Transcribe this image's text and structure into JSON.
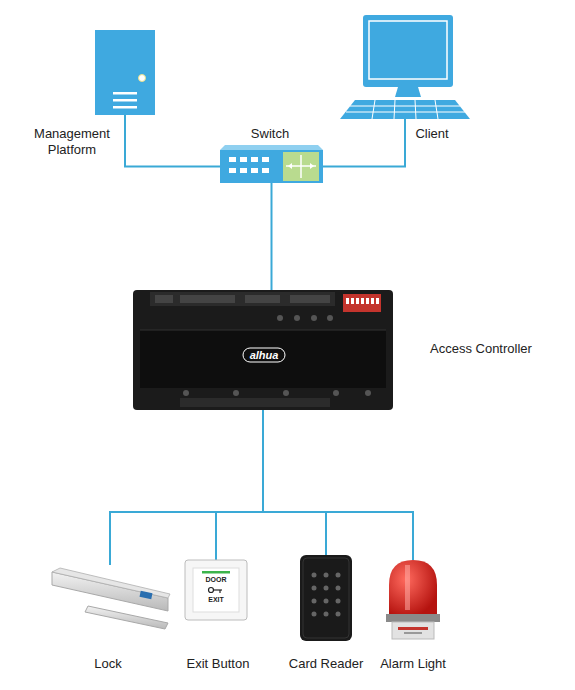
{
  "diagram": {
    "nodes": [
      {
        "text": [
          "Management Platform"
        ]
      },
      {
        "text": [
          "Switch"
        ]
      },
      {
        "text": [
          "Client"
        ]
      },
      {
        "text": [
          "Access Controller"
        ]
      },
      {
        "text": [
          "Lock"
        ]
      },
      {
        "text": [
          "Exit Button"
        ]
      },
      {
        "text": [
          "Card Reader"
        ]
      },
      {
        "text": [
          "Alarm Light"
        ]
      }
    ],
    "edges": [
      {
        "from": 0,
        "to": 1,
        "arrow": "none"
      },
      {
        "from": 1,
        "to": 2,
        "arrow": "none"
      },
      {
        "from": 1,
        "to": 3,
        "arrow": "none"
      },
      {
        "from": 3,
        "to": 4,
        "arrow": "none"
      },
      {
        "from": 3,
        "to": 5,
        "arrow": "none"
      },
      {
        "from": 3,
        "to": 6,
        "arrow": "none"
      },
      {
        "from": 3,
        "to": 7,
        "arrow": "none"
      }
    ],
    "labels": [
      "alhua",
      "DOOR",
      "EXIT"
    ]
  }
}
